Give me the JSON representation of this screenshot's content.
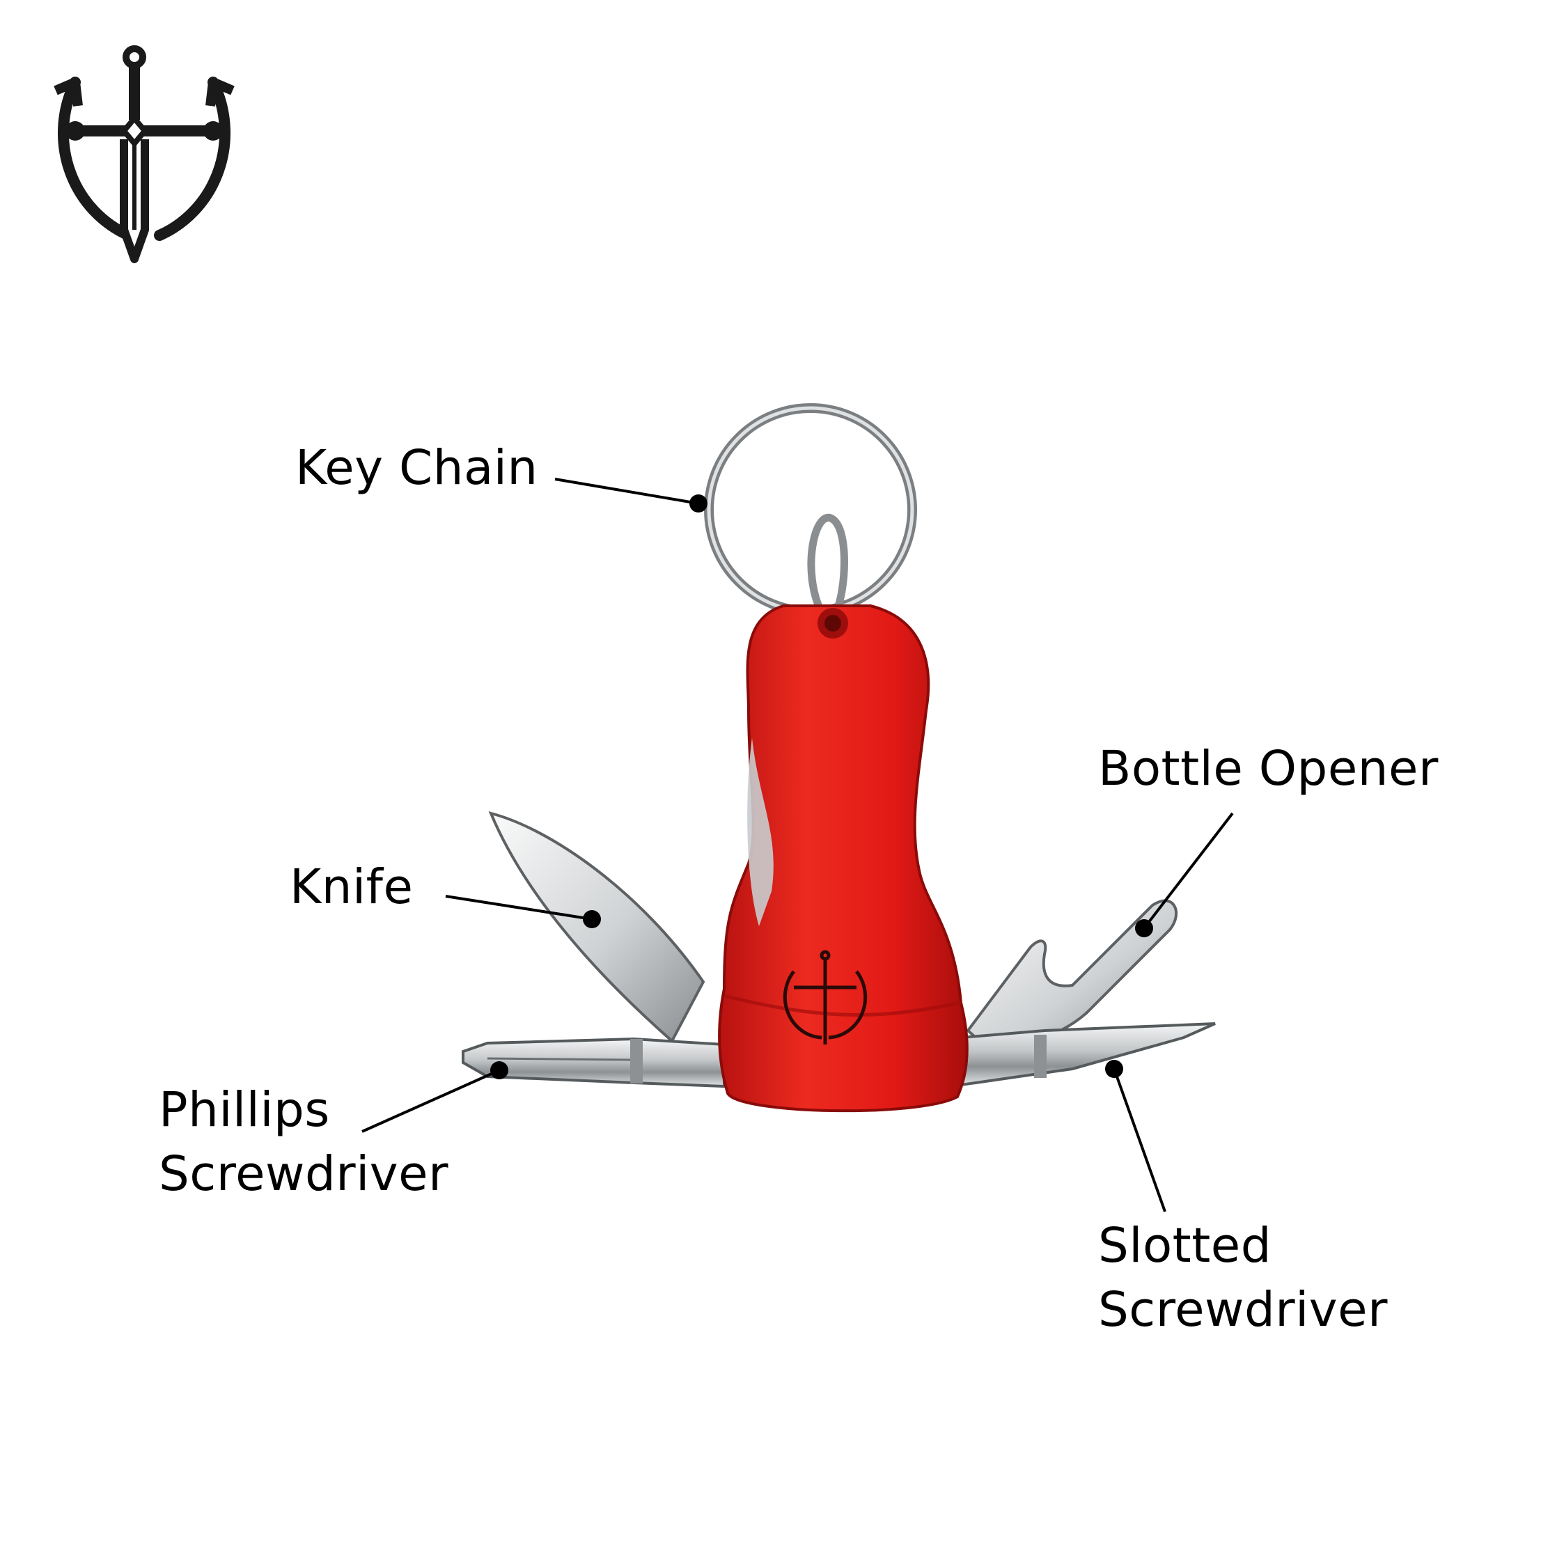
{
  "brand": {
    "logo": "sword-shield-logo"
  },
  "product": {
    "body_color": "#e21a16",
    "body_shadow": "#a40d0b",
    "steel_color": "#c9ccce"
  },
  "callouts": {
    "key_chain": "Key  Chain",
    "knife": "Knife",
    "bottle_opener": "Bottle  Opener",
    "phillips_line1": "Phillips",
    "phillips_line2": "Screwdriver",
    "slotted_line1": "Slotted",
    "slotted_line2": "Screwdriver"
  }
}
